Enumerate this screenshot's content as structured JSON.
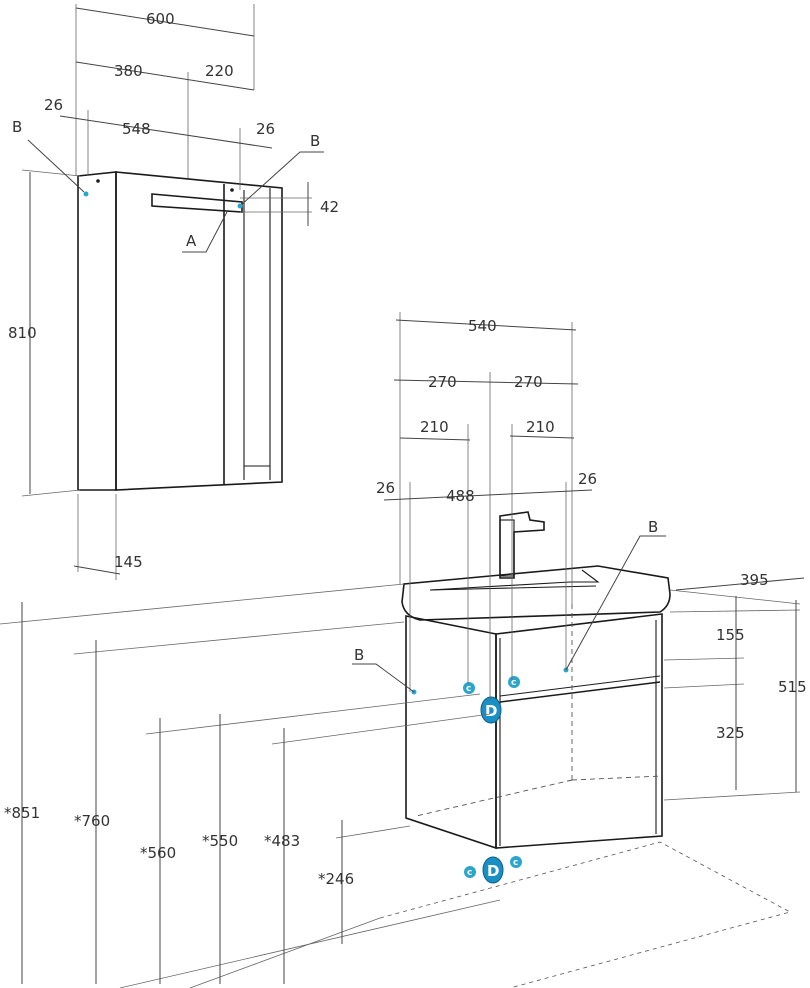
{
  "cabinet_dims": {
    "width_total": "600",
    "left_part": "380",
    "right_part": "220",
    "side_left": "26",
    "inner_width": "548",
    "side_right": "26",
    "height": "810",
    "lamp_height": "42",
    "depth": "145"
  },
  "vanity_dims": {
    "width_total": "540",
    "half_left": "270",
    "half_right": "270",
    "offset_left": "210",
    "offset_right": "210",
    "side_left": "26",
    "inner_width": "488",
    "side_right": "26",
    "depth": "395",
    "drawer_top": "155",
    "drawer_bottom": "325",
    "body_height": "515"
  },
  "height_dims": {
    "h851": "*851",
    "h760": "*760",
    "h560": "*560",
    "h550": "*550",
    "h483": "*483",
    "h246": "*246"
  },
  "labels": {
    "a": "A",
    "b_left": "B",
    "b_right": "B",
    "b_vanity_right": "B",
    "b_vanity_left": "B",
    "c": "c",
    "d": "D"
  },
  "colors": {
    "marker": "#2aa6cc",
    "marker_dark": "#1a8fc4"
  }
}
